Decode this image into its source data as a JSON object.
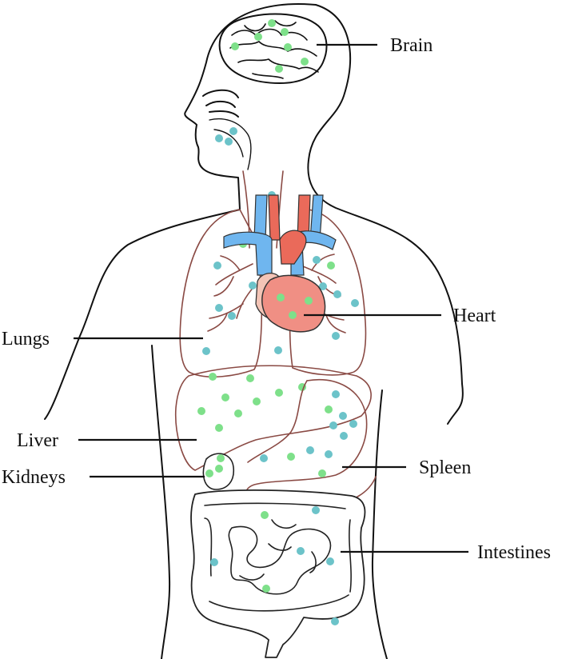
{
  "labels": {
    "brain": "Brain",
    "heart": "Heart",
    "lungs": "Lungs",
    "liver": "Liver",
    "kidneys": "Kidneys",
    "spleen": "Spleen",
    "intestines": "Intestines"
  },
  "colors": {
    "outline": "#111111",
    "organ_outline": "#8a4a44",
    "vein_blue": "#6fb6ef",
    "artery_red": "#ea6a5a",
    "heart_fill": "#f08f84",
    "heart_light": "#f3c4b6",
    "dot_green": "#7ee08a",
    "dot_teal": "#6cc3c9"
  }
}
